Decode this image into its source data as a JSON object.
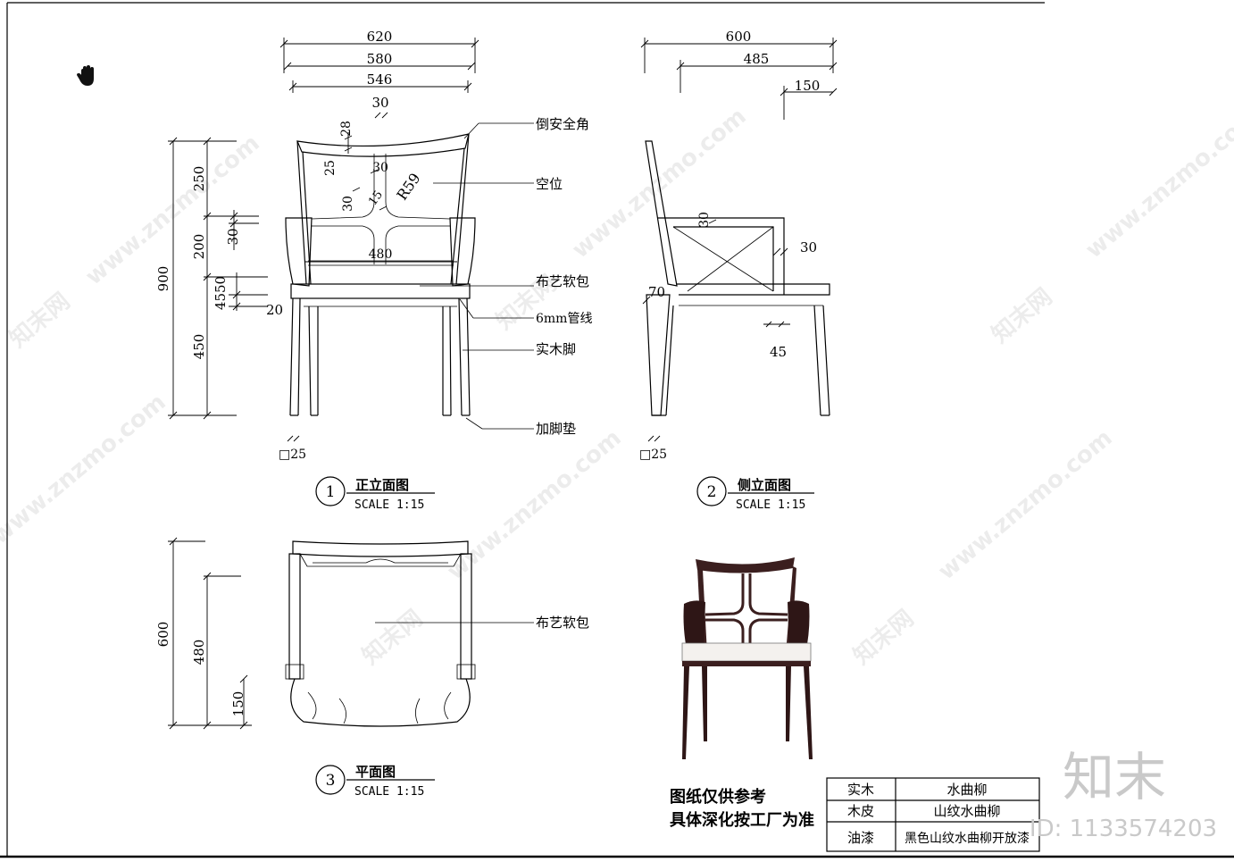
{
  "title_block": {
    "note_line1": "图纸仅供参考",
    "note_line2": "具体深化按工厂为准",
    "rows": [
      {
        "label": "实木",
        "value": "水曲柳"
      },
      {
        "label": "木皮",
        "value": "山纹水曲柳"
      },
      {
        "label": "油漆",
        "value": "黑色山纹水曲柳开放漆"
      }
    ]
  },
  "views": {
    "front": {
      "number": "1",
      "name": "正立面图",
      "scale": "SCALE 1:15"
    },
    "side": {
      "number": "2",
      "name": "侧立面图",
      "scale": "SCALE 1:15"
    },
    "plan": {
      "number": "3",
      "name": "平面图",
      "scale": "SCALE 1:15"
    }
  },
  "front_dims": {
    "w620": "620",
    "w580": "580",
    "w546": "546",
    "w30": "30",
    "h900": "900",
    "h250": "250",
    "h200": "200",
    "h450": "450",
    "h4550": "4550",
    "d28": "28",
    "d25": "25",
    "d30a": "30",
    "d30b": "30",
    "d30c": "30",
    "d15": "15",
    "r59": "R59",
    "w480": "480",
    "d20": "20",
    "sq25": "□25"
  },
  "front_labels": {
    "l1": "倒安全角",
    "l2": "空位",
    "l3": "布艺软包",
    "l4": "6mm管线",
    "l5": "实木脚",
    "l6": "加脚垫"
  },
  "side_dims": {
    "w600": "600",
    "w485": "485",
    "w150": "150",
    "d30a": "30",
    "d30b": "30",
    "d70": "70",
    "d45": "45",
    "sq25": "□25"
  },
  "plan_dims": {
    "h600": "600",
    "h480": "480",
    "h150": "150"
  },
  "plan_labels": {
    "l1": "布艺软包"
  },
  "watermark": {
    "text": "www.znzmo.com",
    "cn": "知末网"
  },
  "brand": {
    "logo": "知末",
    "id": "ID: 1133574203"
  }
}
